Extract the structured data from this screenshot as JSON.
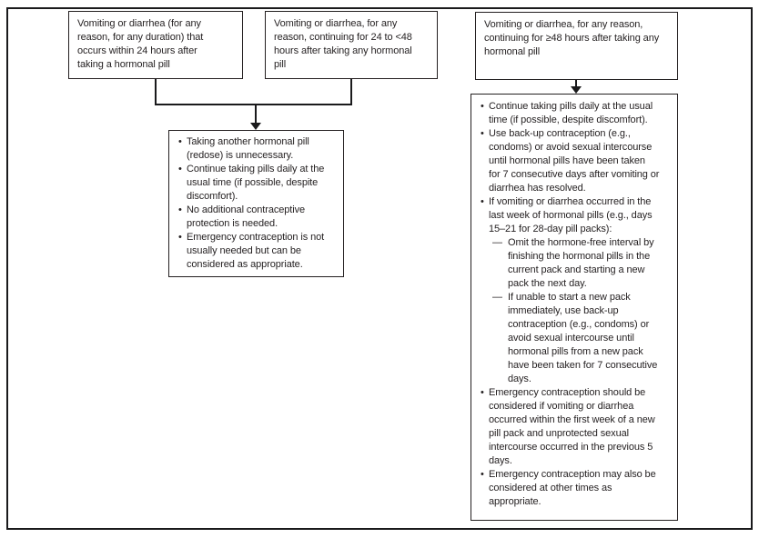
{
  "boxes": {
    "top_left": {
      "text": "Vomiting or diarrhea (for any\nreason, for any duration) that\noccurs within 24 hours after\ntaking a hormonal pill"
    },
    "top_middle": {
      "text": "Vomiting or diarrhea, for any\nreason, continuing for 24 to <48\nhours after taking any hormonal\npill"
    },
    "top_right": {
      "text": "Vomiting or diarrhea, for any reason,\ncontinuing for ≥48 hours after taking any\nhormonal pill"
    },
    "outcome_left": {
      "items": [
        {
          "marker": "•",
          "indent": 0,
          "text": "Taking another hormonal pill\n(redose) is unnecessary."
        },
        {
          "marker": "•",
          "indent": 0,
          "text": "Continue taking pills daily at the\nusual time (if possible, despite\ndiscomfort)."
        },
        {
          "marker": "•",
          "indent": 0,
          "text": "No additional contraceptive\nprotection is needed."
        },
        {
          "marker": "•",
          "indent": 0,
          "text": "Emergency contraception is not\nusually needed but can be\nconsidered as appropriate."
        }
      ]
    },
    "outcome_right": {
      "items": [
        {
          "marker": "•",
          "indent": 0,
          "text": "Continue taking pills daily at the usual\ntime (if possible, despite discomfort)."
        },
        {
          "marker": "•",
          "indent": 0,
          "text": "Use back-up contraception (e.g.,\ncondoms) or avoid sexual intercourse\nuntil hormonal pills have been taken\nfor 7 consecutive days after vomiting or\ndiarrhea has resolved."
        },
        {
          "marker": "•",
          "indent": 0,
          "text": "If vomiting or diarrhea occurred in the\nlast week of hormonal pills (e.g., days\n15–21 for 28-day pill packs):"
        },
        {
          "marker": "—",
          "indent": 1,
          "text": "Omit the hormone-free interval by\nfinishing the hormonal pills in the\ncurrent pack and starting a new\npack the next day."
        },
        {
          "marker": "—",
          "indent": 1,
          "text": "If unable to start a new pack\nimmediately, use back-up\ncontraception (e.g., condoms) or\navoid sexual intercourse until\nhormonal pills from a new pack\nhave been taken for 7 consecutive\ndays."
        },
        {
          "marker": "•",
          "indent": 0,
          "text": "Emergency contraception should be\nconsidered if vomiting or diarrhea\noccurred within the first week of a new\npill pack and unprotected sexual\nintercourse occurred in the previous 5\ndays."
        },
        {
          "marker": "•",
          "indent": 0,
          "text": "Emergency contraception may also be\nconsidered at other times as\nappropriate."
        }
      ]
    }
  },
  "colors": {
    "line": "#1a1a1c",
    "text": "#231f20",
    "background": "#ffffff"
  }
}
